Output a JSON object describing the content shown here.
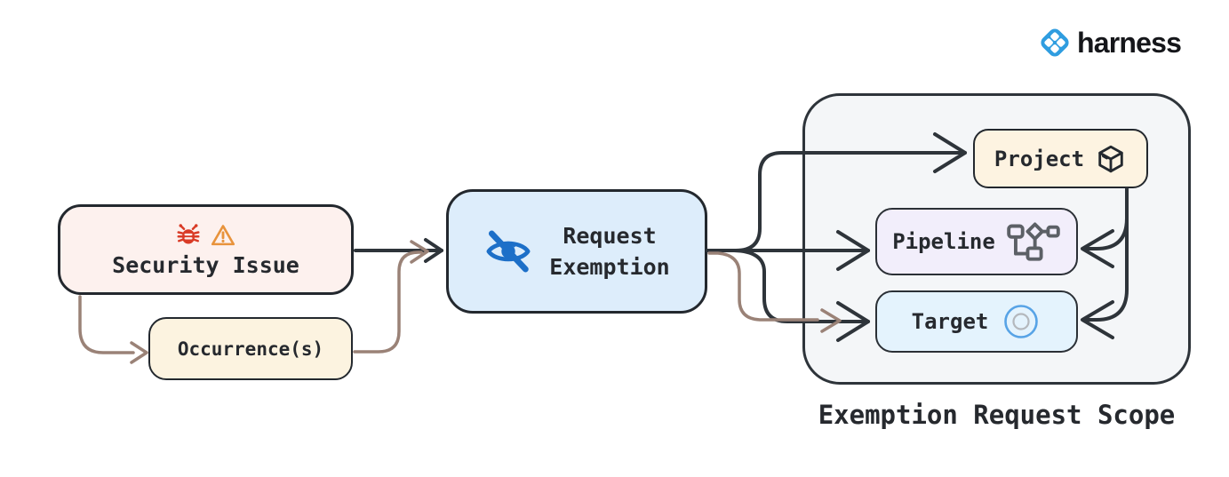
{
  "brand": {
    "name": "harness",
    "logo_color": "#2f9de0"
  },
  "nodes": {
    "security_issue": {
      "label": "Security Issue",
      "icons": [
        "bug-icon",
        "warning-icon"
      ],
      "fill": "#fdf1ee"
    },
    "occurrence": {
      "label": "Occurrence(s)",
      "fill": "#fcf3e0"
    },
    "request_exemption": {
      "label": "Request Exemption",
      "lines": [
        "Request",
        "Exemption"
      ],
      "icon": "eye-off-icon",
      "fill": "#ddedfb"
    },
    "project": {
      "label": "Project",
      "icon": "package-icon",
      "fill": "#fdf3e1"
    },
    "pipeline": {
      "label": "Pipeline",
      "icon": "pipeline-icon",
      "fill": "#f2eefb"
    },
    "target": {
      "label": "Target",
      "icon": "target-icon",
      "fill": "#e4f3fd"
    }
  },
  "scope": {
    "title": "Exemption Request Scope",
    "fill": "#f4f6f8"
  },
  "edges": [
    {
      "from": "security_issue",
      "to": "request_exemption",
      "color": "dark"
    },
    {
      "from": "security_issue",
      "to": "occurrence",
      "color": "brown"
    },
    {
      "from": "occurrence",
      "to": "request_exemption",
      "color": "brown"
    },
    {
      "from": "request_exemption",
      "to": "project",
      "color": "dark"
    },
    {
      "from": "request_exemption",
      "to": "pipeline",
      "color": "dark"
    },
    {
      "from": "request_exemption",
      "to": "target",
      "color": "dark"
    },
    {
      "from": "occurrence",
      "to": "target",
      "color": "brown"
    },
    {
      "from": "project",
      "to": "pipeline",
      "color": "dark"
    },
    {
      "from": "project",
      "to": "target",
      "color": "dark"
    }
  ],
  "colors": {
    "edge_dark": "#2e343a",
    "edge_brown": "#9a8277",
    "node_border": "#23282e",
    "text": "#26292e",
    "bug_red": "#d93b26",
    "warning_orange": "#e8933c",
    "eye_blue": "#1c6fc8",
    "pipeline_gray": "#5c6066",
    "target_blue": "#57a3e6"
  }
}
